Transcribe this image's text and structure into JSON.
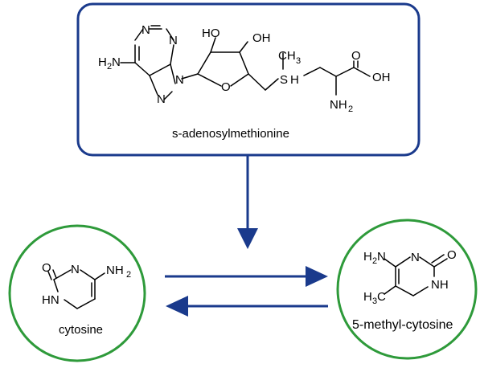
{
  "colors": {
    "box_border": "#1a3a8c",
    "circle_border": "#2e9a3a",
    "arrow": "#1a3a8c",
    "structure": "#000000"
  },
  "sam": {
    "caption": "s-adenosylmethionine",
    "labels": {
      "N1": "N",
      "N3": "N",
      "N7": "N",
      "N9": "N",
      "nh2_main": "H",
      "nh2_sub": "2",
      "nh2_N": "N",
      "oh_left": "HO",
      "oh_right": "OH",
      "ring_O": "O",
      "ch3_C": "CH",
      "ch3_sub": "3",
      "sulfur": "S",
      "sulfur_h": "H",
      "carbonyl_O": "O",
      "acid_OH": "OH",
      "amine_N": "NH",
      "amine_sub": "2"
    }
  },
  "cytosine": {
    "caption": "cytosine",
    "labels": {
      "O": "O",
      "N3": "N",
      "N1": "HN",
      "NH2": "NH",
      "NH2_sub": "2"
    }
  },
  "methylcytosine": {
    "caption": "5-methyl-cytosine",
    "labels": {
      "N4": "H",
      "N4_sub": "2",
      "N4_N": "N",
      "N3": "N",
      "O": "O",
      "NH": "NH",
      "CH3": "H",
      "CH3_sub": "3",
      "CH3_C": "C"
    }
  }
}
